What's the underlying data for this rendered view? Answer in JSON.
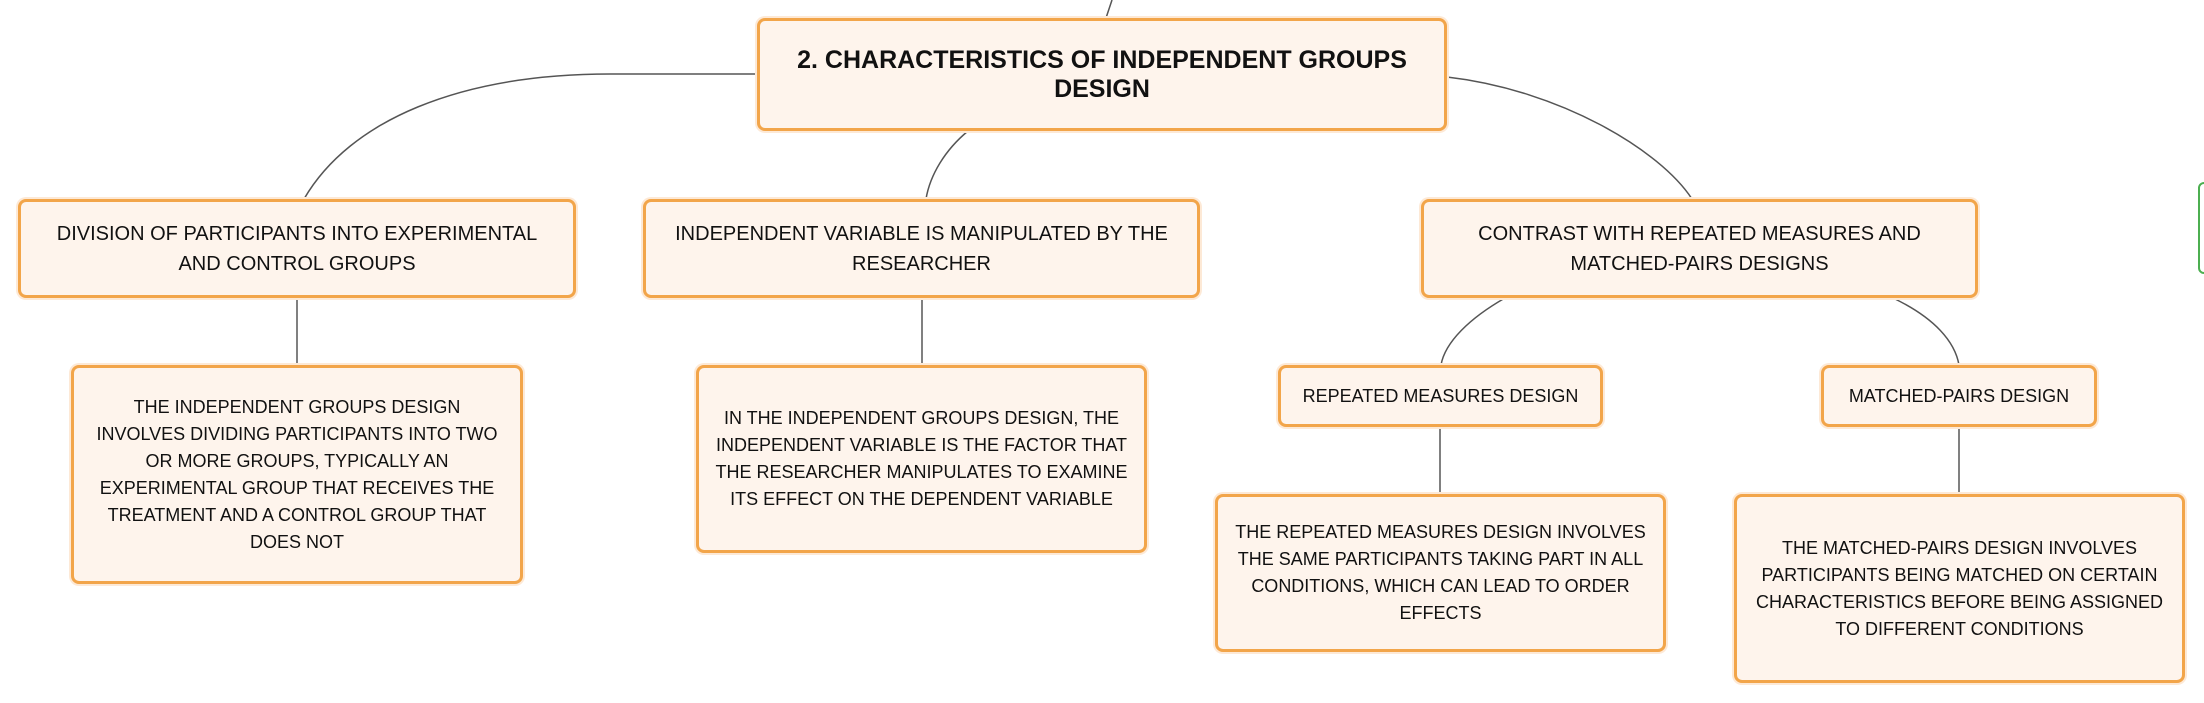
{
  "mindmap": {
    "root": {
      "label": "2. CHARACTERISTICS OF INDEPENDENT GROUPS DESIGN"
    },
    "branches": [
      {
        "label": "DIVISION OF PARTICIPANTS INTO EXPERIMENTAL AND CONTROL GROUPS",
        "detail": "THE INDEPENDENT GROUPS DESIGN INVOLVES DIVIDING PARTICIPANTS INTO TWO OR MORE GROUPS, TYPICALLY AN EXPERIMENTAL GROUP THAT RECEIVES THE TREATMENT AND A CONTROL GROUP THAT DOES NOT"
      },
      {
        "label": "INDEPENDENT VARIABLE IS MANIPULATED BY THE RESEARCHER",
        "detail": "IN THE INDEPENDENT GROUPS DESIGN, THE INDEPENDENT VARIABLE IS THE FACTOR THAT THE RESEARCHER MANIPULATES TO EXAMINE ITS EFFECT ON THE DEPENDENT VARIABLE"
      },
      {
        "label": "CONTRAST WITH REPEATED MEASURES AND MATCHED-PAIRS DESIGNS",
        "children": [
          {
            "label": "REPEATED MEASURES DESIGN",
            "detail": "THE REPEATED MEASURES DESIGN INVOLVES THE SAME PARTICIPANTS TAKING PART IN ALL CONDITIONS, WHICH CAN LEAD TO ORDER EFFECTS"
          },
          {
            "label": "MATCHED-PAIRS DESIGN",
            "detail": "THE MATCHED-PAIRS DESIGN INVOLVES PARTICIPANTS BEING MATCHED ON CERTAIN CHARACTERISTICS BEFORE BEING ASSIGNED TO DIFFERENT CONDITIONS"
          }
        ]
      }
    ]
  },
  "colors": {
    "node_border": "#f2a54a",
    "node_fill": "#fef4ec",
    "connector": "#555555",
    "edge_tab_border": "#4caf50"
  }
}
